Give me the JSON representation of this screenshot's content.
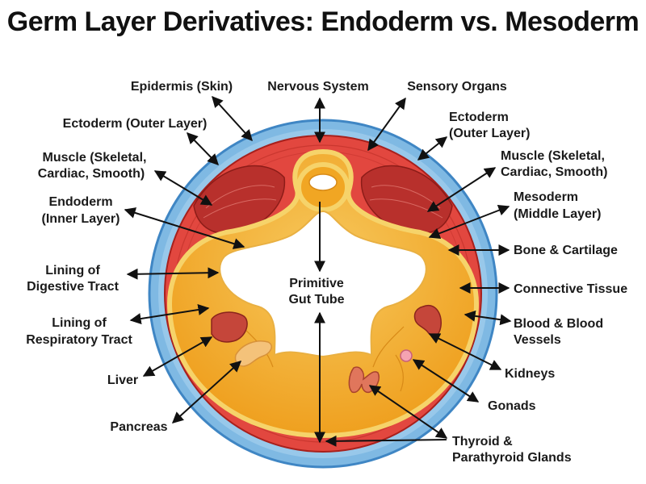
{
  "title": "Germ Layer Derivatives: Endoderm vs. Mesoderm",
  "colors": {
    "ectoderm": "#7fb9e3",
    "ectoderm_dark": "#3f86c4",
    "mesoderm": "#e2473f",
    "mesoderm_dark": "#a8201c",
    "endoderm": "#f1a623",
    "endoderm_light": "#f7c95e",
    "organ": "#c5463a",
    "lumen": "#ffffff"
  },
  "labels": {
    "epidermis": "Epidermis (Skin)",
    "nervous_system": "Nervous System",
    "sensory_organs": "Sensory Organs",
    "ectoderm_left": "Ectoderm (Outer Layer)",
    "ectoderm_right_1": "Ectoderm",
    "ectoderm_right_2": "(Outer Layer)",
    "muscle_left_1": "Muscle (Skeletal,",
    "muscle_left_2": "Cardiac, Smooth)",
    "muscle_right_1": "Muscle (Skeletal,",
    "muscle_right_2": "Cardiac, Smooth)",
    "endoderm_1": "Endoderm",
    "endoderm_2": "(Inner Layer)",
    "mesoderm_1": "Mesoderm",
    "mesoderm_2": "(Middle Layer)",
    "bone": "Bone & Cartilage",
    "digestive_1": "Lining of",
    "digestive_2": "Digestive Tract",
    "connective": "Connective Tissue",
    "gut_tube_1": "Primitive",
    "gut_tube_2": "Gut Tube",
    "respiratory_1": "Lining of",
    "respiratory_2": "Respiratory Tract",
    "blood_1": "Blood & Blood",
    "blood_2": "Vessels",
    "kidneys": "Kidneys",
    "liver": "Liver",
    "gonads": "Gonads",
    "pancreas": "Pancreas",
    "thyroid_1": "Thyroid &",
    "thyroid_2": "Parathyroid Glands"
  }
}
